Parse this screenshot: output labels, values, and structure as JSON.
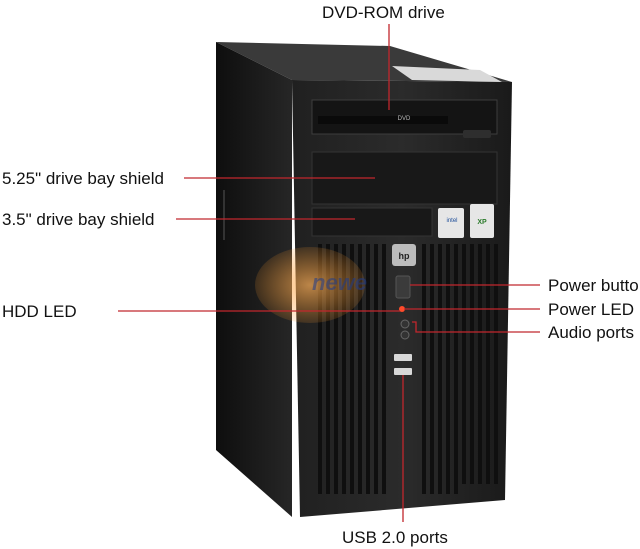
{
  "labels": {
    "dvd_rom": "DVD-ROM drive",
    "bay_525": "5.25\" drive bay shield",
    "bay_35": "3.5\" drive bay shield",
    "hdd_led": "HDD LED",
    "power_button": "Power butto",
    "power_led": "Power LED",
    "audio_ports": "Audio ports",
    "usb_ports": "USB 2.0 ports"
  },
  "panel": {
    "drive_logo": "DVD",
    "brand_badge": "hp",
    "watermark": "newe",
    "intel_badge": "intel",
    "windows_badge": "XP"
  },
  "colors": {
    "callout_line": "#c1272d",
    "chassis": "#1b1b1b",
    "text": "#111111"
  }
}
